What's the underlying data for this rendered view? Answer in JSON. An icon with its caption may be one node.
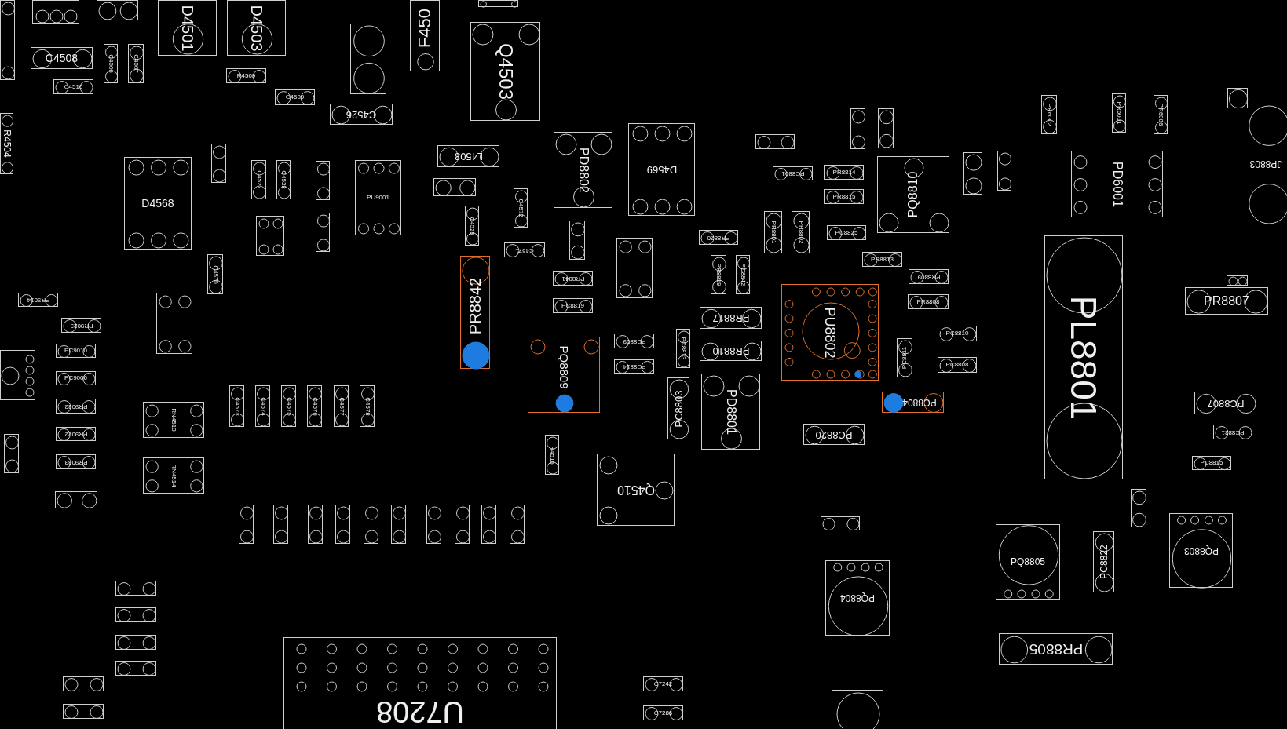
{
  "diagram": {
    "nodes": [
      {
        "text": [],
        "shape": "box"
      },
      {
        "text": [],
        "shape": "box"
      },
      {
        "text": [],
        "shape": "box"
      },
      {
        "text": [
          "D4501"
        ]
      },
      {
        "text": [
          "D4503"
        ]
      },
      {
        "text": [
          "F450"
        ]
      },
      {
        "text": [],
        "shape": "box"
      },
      {
        "text": [
          "C4508"
        ]
      },
      {
        "text": [
          "C4506"
        ]
      },
      {
        "text": [
          "C4507"
        ]
      },
      {
        "text": [
          "Q4503"
        ]
      },
      {
        "text": [],
        "shape": "box"
      },
      {
        "text": [
          "R4509"
        ]
      },
      {
        "text": [
          "C4510"
        ]
      },
      {
        "text": [
          "C4509"
        ]
      },
      {
        "text": [
          "C4526"
        ]
      },
      {
        "text": [
          "R4504"
        ]
      },
      {
        "text": [],
        "shape": "box"
      },
      {
        "text": [],
        "shape": "box"
      },
      {
        "text": [
          "PR6002"
        ]
      },
      {
        "text": [
          "PR6001"
        ]
      },
      {
        "text": [
          "PR6006"
        ]
      },
      {
        "text": [],
        "shape": "box"
      },
      {
        "text": [
          "JP8803"
        ]
      },
      {
        "text": [
          "PD8802"
        ]
      },
      {
        "text": [
          "D4569"
        ]
      },
      {
        "text": [],
        "shape": "box"
      },
      {
        "text": [
          "L4503"
        ]
      },
      {
        "text": [
          "D4568"
        ]
      },
      {
        "text": [],
        "shape": "box"
      },
      {
        "text": [
          "C4527"
        ]
      },
      {
        "text": [
          "C4528"
        ]
      },
      {
        "text": [],
        "shape": "box"
      },
      {
        "text": [
          "PU9001"
        ]
      },
      {
        "text": [],
        "shape": "box"
      },
      {
        "text": [
          "C4572"
        ]
      },
      {
        "text": [
          "C4529"
        ]
      },
      {
        "text": [
          "PC8801"
        ]
      },
      {
        "text": [
          "PR8814"
        ]
      },
      {
        "text": [
          "PR8815"
        ]
      },
      {
        "text": [
          "PQ8810"
        ]
      },
      {
        "text": [],
        "shape": "box"
      },
      {
        "text": [],
        "shape": "box"
      },
      {
        "text": [
          "PD6001"
        ]
      },
      {
        "text": [],
        "shape": "box"
      },
      {
        "text": [],
        "shape": "box"
      },
      {
        "text": [
          "PR8801"
        ]
      },
      {
        "text": [
          "PR8802"
        ]
      },
      {
        "text": [
          "PC8825"
        ]
      },
      {
        "text": [
          "PR8820"
        ]
      },
      {
        "text": [],
        "shape": "box"
      },
      {
        "text": [
          "C4571"
        ]
      },
      {
        "text": [
          "PL8801"
        ]
      },
      {
        "text": [
          "PR8813"
        ]
      },
      {
        "text": [
          "C4570"
        ]
      },
      {
        "text": [
          "PR8842"
        ]
      },
      {
        "text": [],
        "shape": "box"
      },
      {
        "text": [
          "PR8819"
        ]
      },
      {
        "text": [
          "PC8842"
        ]
      },
      {
        "text": [
          "PR8841"
        ]
      },
      {
        "text": [
          "PR8809"
        ]
      },
      {
        "text": [],
        "shape": "box"
      },
      {
        "text": [
          "PU8802"
        ]
      },
      {
        "text": [
          "PR8807"
        ]
      },
      {
        "text": [
          "PR9014"
        ]
      },
      {
        "text": [],
        "shape": "box"
      },
      {
        "text": [
          "PC8819"
        ]
      },
      {
        "text": [
          "PR8808"
        ]
      },
      {
        "text": [
          "PR8817"
        ]
      },
      {
        "text": [
          "PR9023"
        ]
      },
      {
        "text": [
          "PC8810"
        ]
      },
      {
        "text": [
          "PC8813"
        ]
      },
      {
        "text": [
          "PC8809"
        ]
      },
      {
        "text": [
          "PQ8809"
        ]
      },
      {
        "text": [
          "PR8810"
        ]
      },
      {
        "text": [
          "PC8811"
        ]
      },
      {
        "text": [
          "PC9010"
        ]
      },
      {
        "text": [],
        "shape": "box"
      },
      {
        "text": [
          "PC8808"
        ]
      },
      {
        "text": [
          "PC8814"
        ]
      },
      {
        "text": [
          "PC9006"
        ]
      },
      {
        "text": [
          "PC8803"
        ]
      },
      {
        "text": [
          "PD8801"
        ]
      },
      {
        "text": [
          "C4573"
        ]
      },
      {
        "text": [
          "C4574"
        ]
      },
      {
        "text": [
          "C4575"
        ]
      },
      {
        "text": [
          "C4576"
        ]
      },
      {
        "text": [
          "C4577"
        ]
      },
      {
        "text": [
          "C4578"
        ]
      },
      {
        "text": [
          "PC8804"
        ]
      },
      {
        "text": [
          "PC8807"
        ]
      },
      {
        "text": [
          "PR9032"
        ]
      },
      {
        "text": [
          "RN4513"
        ]
      },
      {
        "text": [
          "PC8820"
        ]
      },
      {
        "text": [
          "PR9022"
        ]
      },
      {
        "text": [
          "PC8821"
        ]
      },
      {
        "text": [],
        "shape": "box"
      },
      {
        "text": [
          "R4516"
        ]
      },
      {
        "text": [
          "Q4510"
        ]
      },
      {
        "text": [
          "PR9033"
        ]
      },
      {
        "text": [
          "PC8815"
        ]
      },
      {
        "text": [
          "RN4514"
        ]
      },
      {
        "text": [],
        "shape": "box"
      },
      {
        "text": [],
        "shape": "box"
      },
      {
        "text": [],
        "shape": "box"
      },
      {
        "text": [],
        "shape": "box"
      },
      {
        "text": [],
        "shape": "box"
      },
      {
        "text": [],
        "shape": "box"
      },
      {
        "text": [],
        "shape": "box"
      },
      {
        "text": [],
        "shape": "box"
      },
      {
        "text": [],
        "shape": "box"
      },
      {
        "text": [],
        "shape": "box"
      },
      {
        "text": [],
        "shape": "box"
      },
      {
        "text": [],
        "shape": "box"
      },
      {
        "text": [],
        "shape": "box"
      },
      {
        "text": [
          "PQ8803"
        ]
      },
      {
        "text": [
          "PQ8805"
        ]
      },
      {
        "text": [
          "PC8822"
        ]
      },
      {
        "text": [],
        "shape": "box"
      },
      {
        "text": [],
        "shape": "box"
      },
      {
        "text": [],
        "shape": "box"
      },
      {
        "text": [],
        "shape": "box"
      },
      {
        "text": [],
        "shape": "box"
      },
      {
        "text": [],
        "shape": "box"
      },
      {
        "text": [
          "PQ8804"
        ]
      },
      {
        "text": [
          "PR8805"
        ]
      },
      {
        "text": [
          "U7208"
        ]
      },
      {
        "text": [
          "C7242"
        ]
      },
      {
        "text": [
          "C7286"
        ]
      },
      {
        "text": [],
        "shape": "box"
      }
    ]
  }
}
